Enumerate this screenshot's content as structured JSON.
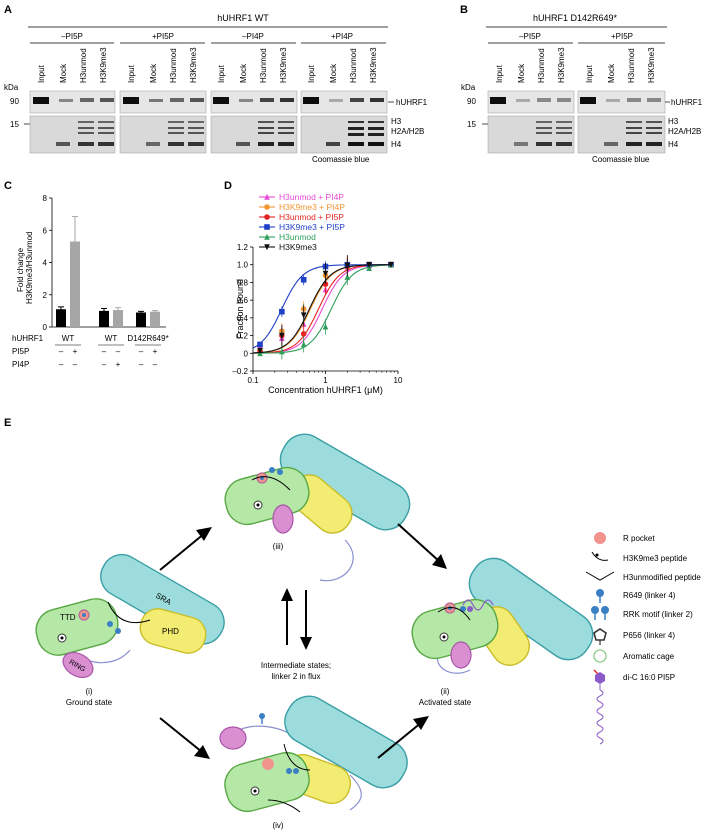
{
  "panels": {
    "A": "A",
    "B": "B",
    "C": "C",
    "D": "D",
    "E": "E"
  },
  "gelA": {
    "title": "hUHRF1 WT",
    "groups": [
      "–PI5P",
      "+PI5P",
      "–PI4P",
      "+PI4P"
    ],
    "lanes": [
      "Input",
      "Mock",
      "H3unmod",
      "H3K9me3"
    ],
    "kda": "kDa",
    "m90": "90",
    "m15": "15",
    "band_top": "hUHRF1",
    "band_h3": "H3",
    "band_h2": "H2A/H2B",
    "band_h4": "H4",
    "stain": "Coomassie blue"
  },
  "gelB": {
    "title": "hUHRF1 D142R649*",
    "groups": [
      "–PI5P",
      "+PI5P"
    ],
    "lanes": [
      "Input",
      "Mock",
      "H3unmod",
      "H3K9me3"
    ],
    "kda": "kDa",
    "m90": "90",
    "m15": "15",
    "band_top": "hUHRF1",
    "band_h3": "H3",
    "band_h2": "H2A/H2B",
    "band_h4": "H4",
    "stain": "Coomassie blue"
  },
  "chart_data": [
    {
      "type": "bar",
      "panel": "C",
      "ylabel": "Fold change H3K9me3/H3unmod",
      "ylim": [
        0,
        8
      ],
      "yticks": [
        0,
        2,
        4,
        6,
        8
      ],
      "groups": [
        {
          "label": "WT",
          "bars": [
            {
              "value": 1.1,
              "err": 0.15,
              "color": "#000000"
            },
            {
              "value": 5.3,
              "err": 1.55,
              "color": "#a6a6a6"
            }
          ]
        },
        {
          "label": "WT",
          "bars": [
            {
              "value": 1.0,
              "err": 0.15,
              "color": "#000000"
            },
            {
              "value": 1.05,
              "err": 0.15,
              "color": "#a6a6a6"
            }
          ]
        },
        {
          "label": "D142R649*",
          "bars": [
            {
              "value": 0.9,
              "err": 0.07,
              "color": "#000000"
            },
            {
              "value": 0.95,
              "err": 0.07,
              "color": "#a6a6a6"
            }
          ]
        }
      ],
      "rows": [
        {
          "name": "hUHRF1",
          "values": []
        },
        {
          "name": "PI5P",
          "values": [
            "–",
            "+",
            "–",
            "–",
            "–",
            "+"
          ]
        },
        {
          "name": "PI4P",
          "values": [
            "–",
            "–",
            "–",
            "+",
            "–",
            "–"
          ]
        }
      ]
    },
    {
      "type": "line",
      "panel": "D",
      "xlabel": "Concentration hUHRF1 (μM)",
      "ylabel": "Fraction bound",
      "xscale": "log",
      "xlim": [
        0.1,
        10
      ],
      "ylim": [
        -0.2,
        1.2
      ],
      "xticks": [
        0.1,
        1,
        10
      ],
      "yticks": [
        -0.2,
        0,
        0.2,
        0.4,
        0.6,
        0.8,
        1.0,
        1.2
      ],
      "ytick_labels": [
        "–0.2",
        "0",
        "0.2",
        "0.4",
        "0.6",
        "0.8",
        "1.0",
        "1.2"
      ],
      "x": [
        0.125,
        0.25,
        0.5,
        1.0,
        2.0,
        4.0,
        8.0
      ],
      "series": [
        {
          "name": "H3unmod + PI4P",
          "color": "#e84ad6",
          "marker": "triangle",
          "kd": 0.9,
          "values": [
            0.08,
            0.17,
            0.33,
            0.72,
            0.96,
            0.99,
            1.0
          ]
        },
        {
          "name": "H3K9me3 + PI4P",
          "color": "#f29633",
          "marker": "circle",
          "kd": 0.62,
          "values": [
            0.03,
            0.25,
            0.5,
            0.88,
            0.99,
            1.0,
            1.0
          ]
        },
        {
          "name": "H3unmod + PI5P",
          "color": "#e52421",
          "marker": "circle",
          "kd": 0.8,
          "values": [
            0.02,
            0.2,
            0.22,
            0.78,
            0.98,
            1.0,
            1.0
          ]
        },
        {
          "name": "H3K9me3 + PI5P",
          "color": "#1f3fc6",
          "marker": "square",
          "kd": 0.25,
          "values": [
            0.1,
            0.47,
            0.83,
            0.98,
            1.0,
            1.0,
            1.0
          ]
        },
        {
          "name": "H3unmod",
          "color": "#2e9e5a",
          "marker": "triangle",
          "kd": 1.2,
          "values": [
            0.0,
            0.02,
            0.1,
            0.3,
            0.86,
            0.96,
            1.0
          ]
        },
        {
          "name": "H3K9me3",
          "color": "#111111",
          "marker": "triangle-down",
          "kd": 0.6,
          "values": [
            0.03,
            0.2,
            0.43,
            0.9,
            0.99,
            1.0,
            1.0
          ]
        }
      ]
    }
  ],
  "diagram": {
    "domains": {
      "tdd": "TTD",
      "sra": "SRA",
      "phd": "PHD",
      "ring": "RING"
    },
    "states": {
      "i_num": "(i)",
      "i_name": "Ground state",
      "ii_num": "(ii)",
      "ii_name": "Activated state",
      "iii_num": "(iii)",
      "iv_num": "(iv)",
      "mid_line1": "Intermediate states;",
      "mid_line2": "linker 2 in flux"
    },
    "legend": [
      {
        "label": "R pocket",
        "icon": "r-pocket-icon"
      },
      {
        "label": "H3K9me3 peptide",
        "icon": "h3k9me3-peptide-icon"
      },
      {
        "label": "H3unmodified peptide",
        "icon": "h3unmodified-peptide-icon"
      },
      {
        "label": "R649 (linker 4)",
        "icon": "r649-icon"
      },
      {
        "label": "RRK motif (linker 2)",
        "icon": "rrk-motif-icon"
      },
      {
        "label": "P656 (linker 4)",
        "icon": "p656-icon"
      },
      {
        "label": "Aromatic cage",
        "icon": "aromatic-cage-icon"
      },
      {
        "label": "di-C 16:0 PI5P",
        "icon": "pi5p-lipid-icon"
      }
    ],
    "colors": {
      "ttd": "#b5e8a7",
      "sra": "#9ddcdc",
      "phd": "#f2ec72",
      "ring": "#d98fd0",
      "rpocket": "#f0948c",
      "linker": "#3b7fc4",
      "lipid": "#8a5bc9"
    }
  }
}
